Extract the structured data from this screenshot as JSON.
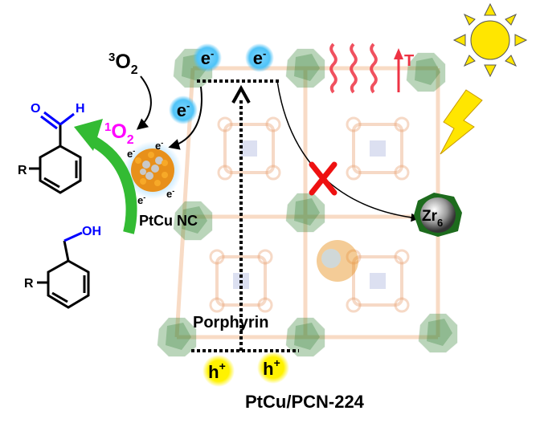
{
  "labels": {
    "triplet_oxygen": {
      "sup": "3",
      "main": "O",
      "sub": "2"
    },
    "singlet_oxygen": {
      "sup": "1",
      "main": "O",
      "sub": "2"
    },
    "electron": {
      "main": "e",
      "sup": "-"
    },
    "hole": {
      "main": "h",
      "sup": "+"
    },
    "aldehyde_o": "O",
    "aldehyde_h": "H",
    "alcohol_oh": "OH",
    "r_group": "R",
    "nanocluster": "PtCu NC",
    "zr_cluster": {
      "main": "Zr",
      "sub": "6"
    },
    "porphyrin": "Porphyrin",
    "temperature": "T",
    "composite": "PtCu/PCN-224"
  },
  "colors": {
    "electron": "#4fc3f7",
    "hole": "#fff200",
    "singlet_oxygen": "#ff00ff",
    "molecule_blue": "#0000ff",
    "green_arrow": "#33bb33",
    "heat": "#ee3344",
    "blocked_x": "#ee1111",
    "sun": "#ffe600"
  }
}
